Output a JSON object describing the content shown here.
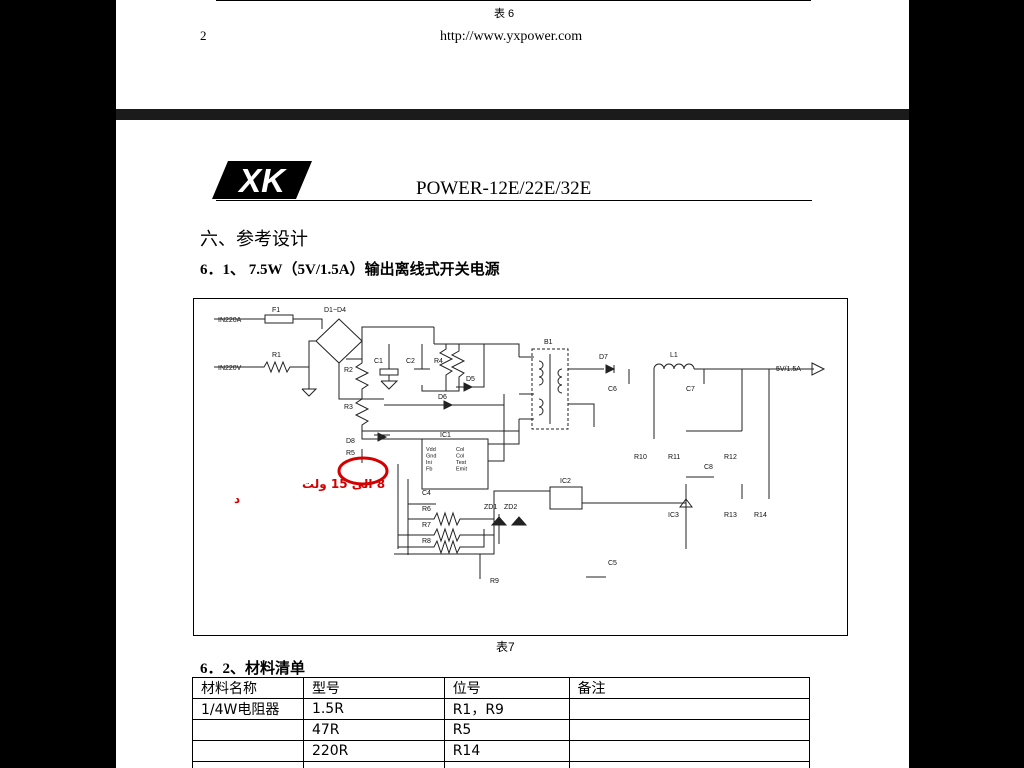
{
  "page_top": {
    "caption": "表 6",
    "page_number": "2",
    "url": "http://www.yxpower.com"
  },
  "header": {
    "logo_text": "XK",
    "product_title": "POWER-12E/22E/32E"
  },
  "section": {
    "heading": "六、参考设计",
    "subheading": "6．1、 7.5W（5V/1.5A）输出离线式开关电源"
  },
  "diagram": {
    "caption": "表7",
    "annotation_line1": "8 الى 15 ولت",
    "annotation_line2": "د",
    "labels": {
      "in1": "IN220A",
      "in2": "IN220V",
      "fuse": "F1",
      "r1": "R1",
      "bridge": "D1~D4",
      "c1": "C1",
      "c2": "C2",
      "r4": "R4",
      "r2": "R2",
      "r3": "R3",
      "d5": "D5",
      "d6": "D6",
      "b1": "B1",
      "d7": "D7",
      "l1": "L1",
      "c6": "C6",
      "c7": "C7",
      "out": "5V/1.5A",
      "d8": "D8",
      "r5": "R5",
      "ic1": "IC1",
      "c4": "C4",
      "r6": "R6",
      "r7": "R7",
      "r8": "R8",
      "zd1": "ZD1",
      "zd2": "ZD2",
      "ic2": "IC2",
      "r10": "R10",
      "r11": "R11",
      "r12": "R12",
      "c8": "C8",
      "ic3": "IC3",
      "r13": "R13",
      "r14": "R14",
      "c5": "C5",
      "r9": "R9",
      "pins_left": "Vdd\nGnd\nIni\nFb",
      "pins_right": "Col\nCol\nTest\nEmit"
    }
  },
  "bom": {
    "heading": "6．2、材料清单",
    "columns": [
      "材料名称",
      "型号",
      "位号",
      "备注"
    ],
    "rows": [
      [
        "1/4W电阻器",
        "1.5R",
        "R1，R9",
        ""
      ],
      [
        "",
        "47R",
        "R5",
        ""
      ],
      [
        "",
        "220R",
        "R14",
        ""
      ]
    ]
  }
}
